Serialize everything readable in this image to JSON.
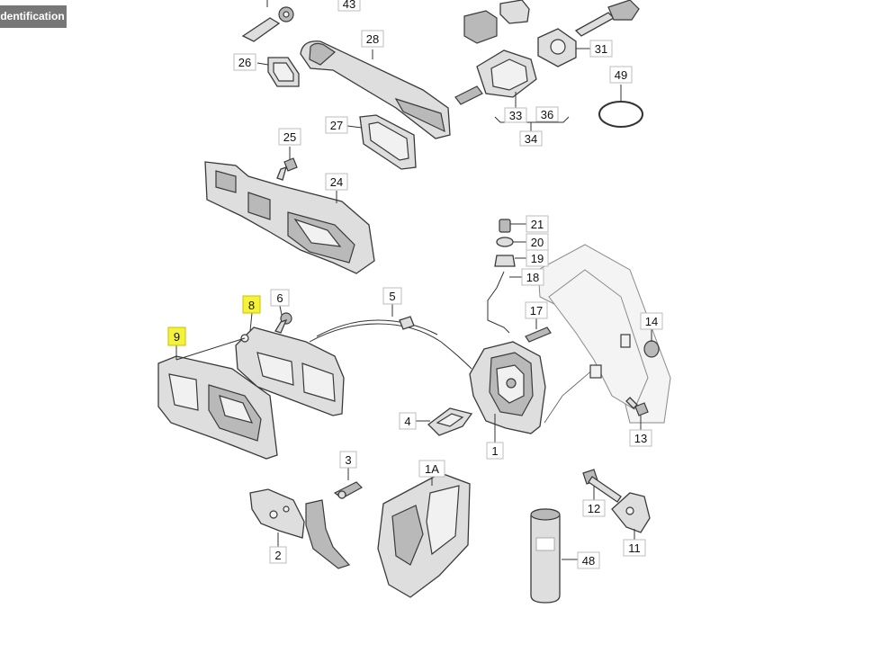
{
  "tab": {
    "label": "Identification"
  },
  "callouts": {
    "c1": "1",
    "c1A": "1A",
    "c2": "2",
    "c3": "3",
    "c4": "4",
    "c5": "5",
    "c6": "6",
    "c8": "8",
    "c9": "9",
    "c11": "11",
    "c12": "12",
    "c13": "13",
    "c14": "14",
    "c17": "17",
    "c18": "18",
    "c19": "19",
    "c20": "20",
    "c21": "21",
    "c24": "24",
    "c25": "25",
    "c26": "26",
    "c27": "27",
    "c28": "28",
    "c31": "31",
    "c33": "33",
    "c34": "34",
    "c36": "36",
    "c43": "43",
    "c48": "48",
    "c49": "49"
  },
  "highlight_color": "#f5f23a"
}
